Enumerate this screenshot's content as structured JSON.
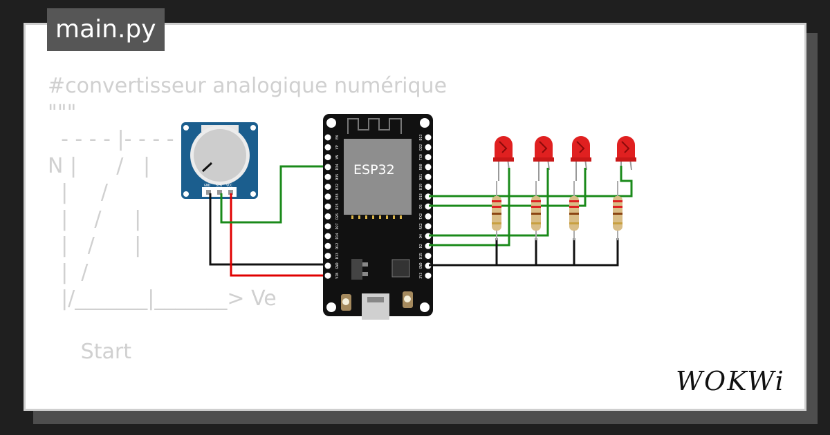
{
  "file_tab": {
    "label": "main.py"
  },
  "code_lines": [
    "#convertisseur analogique numérique",
    "\"\"\"",
    "  - - - - |- - - -",
    "N |      /   |",
    "  |     /",
    "  |    /     |",
    "  |   /      |",
    "  |  /",
    "  |/_______|_______> Ve",
    "",
    "     Start"
  ],
  "esp32": {
    "label": "ESP32",
    "left_pins": [
      "EN",
      "VP",
      "VN",
      "D34",
      "D35",
      "D32",
      "D33",
      "D25",
      "D26",
      "D27",
      "D14",
      "D12",
      "D13",
      "GND",
      "VIN"
    ],
    "right_pins": [
      "D23",
      "D22",
      "TX0",
      "RX0",
      "D21",
      "D19",
      "D18",
      "D5",
      "TX2",
      "RX2",
      "D4",
      "D2",
      "D15",
      "GND",
      "3V3"
    ]
  },
  "potentiometer": {
    "pins": [
      "GND",
      "SIG",
      "VCC"
    ]
  },
  "led_count": 4,
  "colors": {
    "wire_green": "#1a8a1a",
    "wire_red": "#e00000",
    "wire_black": "#111111",
    "led_red": "#e02020",
    "board": "#111111",
    "pot_board": "#1b5e8e"
  },
  "logo": {
    "text": "WOKWi"
  }
}
